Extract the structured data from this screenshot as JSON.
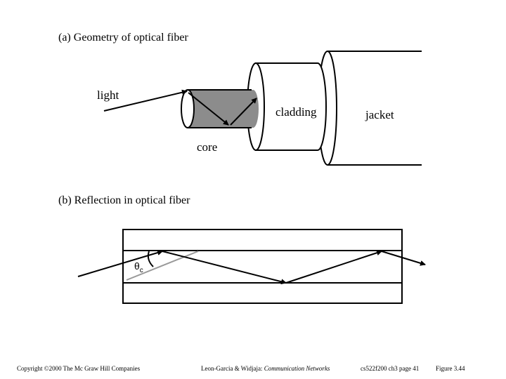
{
  "part_a": {
    "title": "(a)  Geometry of optical fiber",
    "labels": {
      "light": "light",
      "cladding": "cladding",
      "jacket": "jacket",
      "core": "core"
    }
  },
  "part_b": {
    "title": "(b)  Reflection in optical fiber",
    "angle_symbol": "θ",
    "angle_subscript": "c"
  },
  "footer": {
    "copyright": "Copyright ©2000 The Mc Graw Hill Companies",
    "authors": "Leon-Garcia & Widjaja:  ",
    "book": "Communication Networks",
    "page": "cs522f200 ch3 page 41",
    "figure": "Figure 3.44"
  },
  "colors": {
    "core_fill": "#8c8c8c",
    "normal_line": "#999999"
  }
}
